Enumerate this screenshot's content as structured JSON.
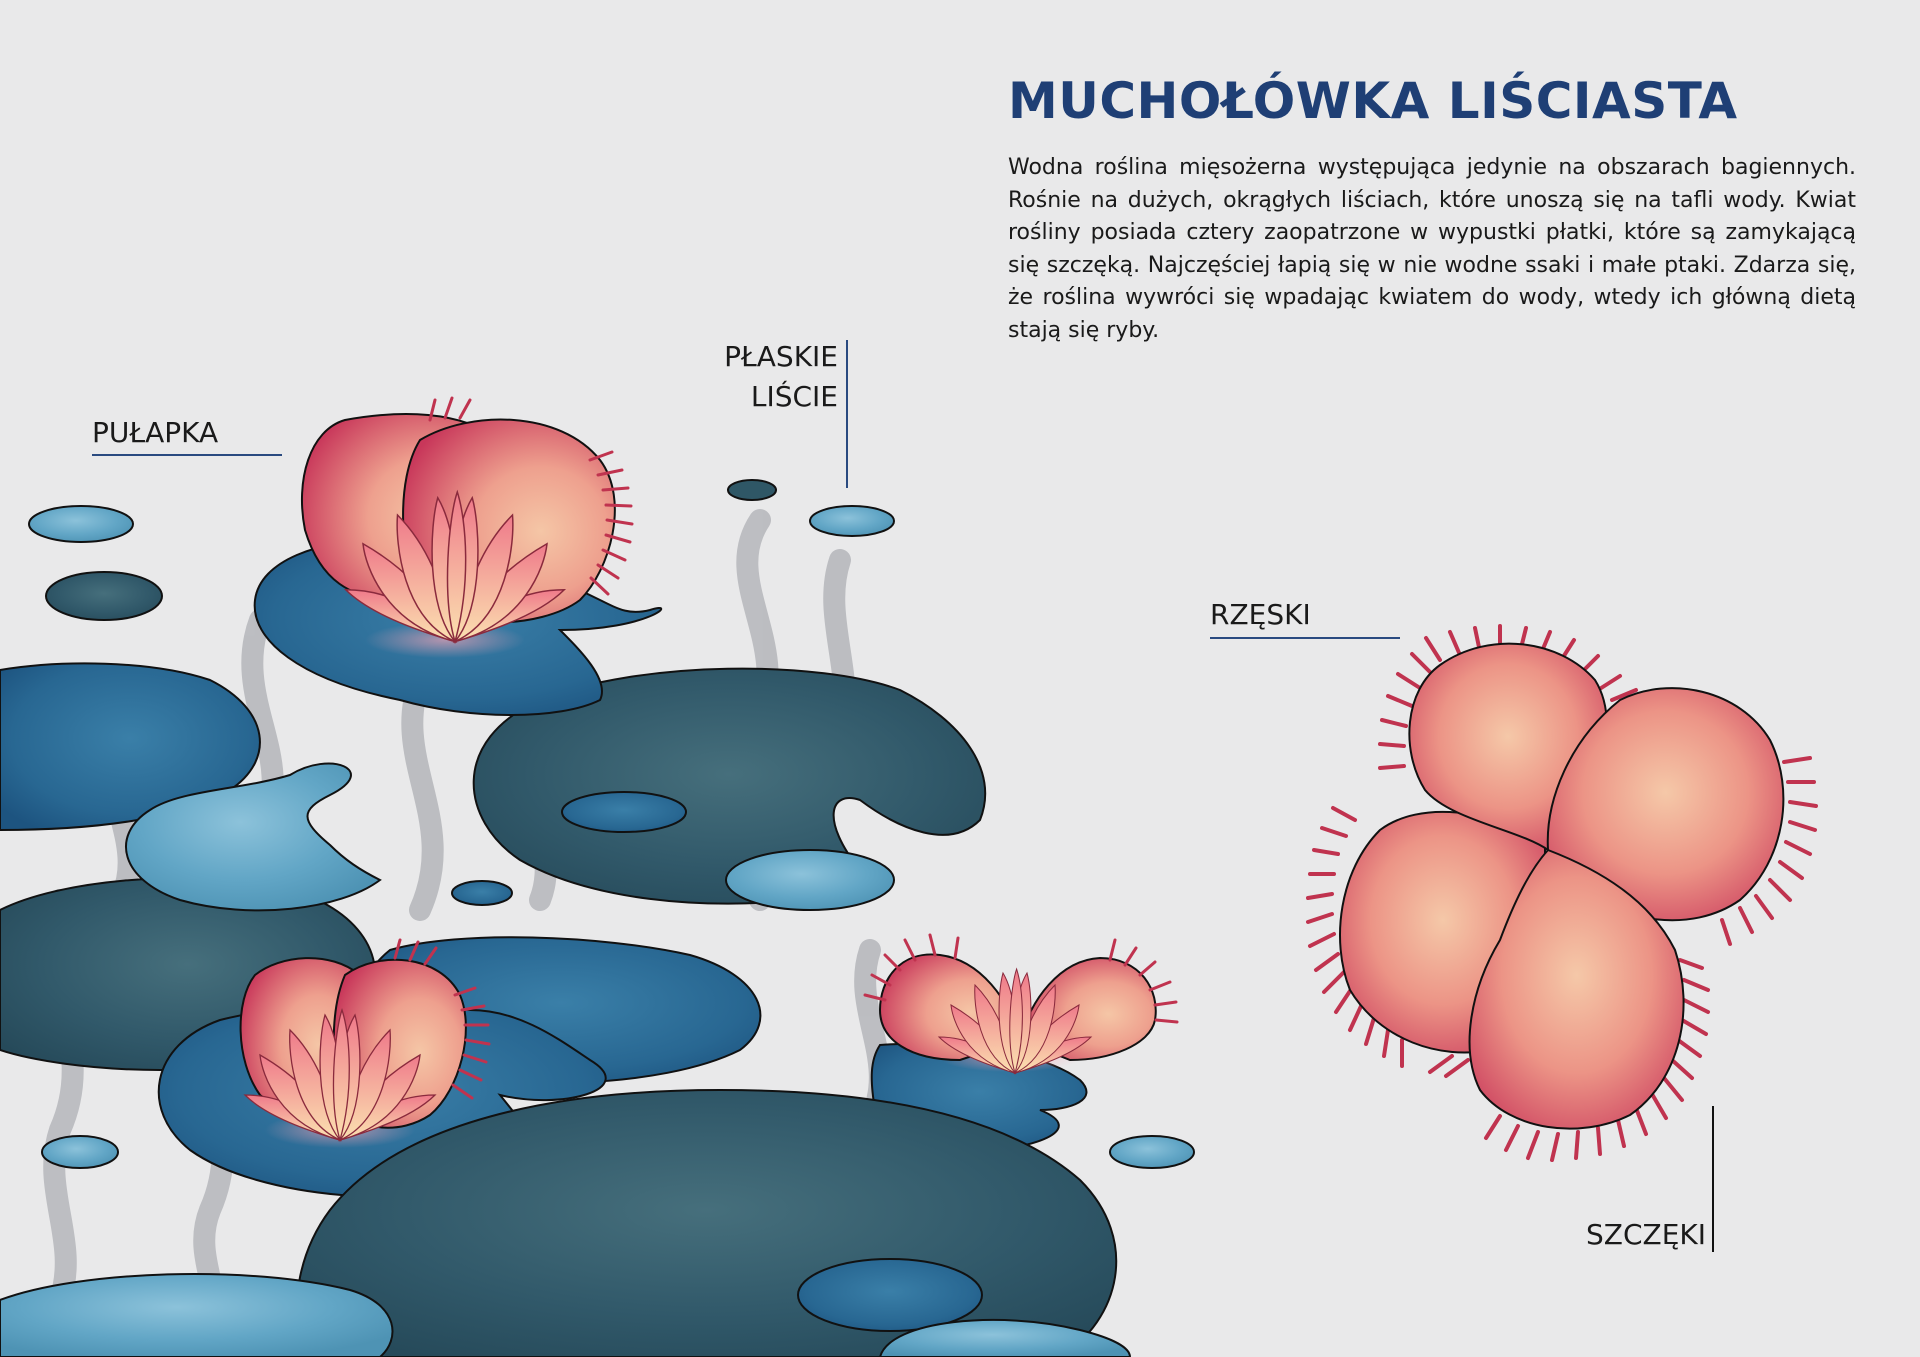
{
  "title": "MUCHOŁÓWKA LIŚCIASTA",
  "description": "Wodna roślina mięsożerna występująca jedynie na obszarach bagiennych. Rośnie na dużych, okrągłych liściach, które unoszą się na tafli wody. Kwiat rośliny posiada cztery zaopatrzone w wypustki płatki, które są zamykającą się szczęką. Najczęściej łapią się w nie wodne ssaki i małe ptaki. Zdarza się, że roślina wywróci się wpadając kwiatem do wody, wtedy ich główną dietą stają się ryby.",
  "labels": {
    "pulapka": "PUŁAPKA",
    "plaskie_1": "PŁASKIE",
    "plaskie_2": "LIŚCIE",
    "rzeski": "RZĘSKI",
    "szczeki": "SZCZĘKI"
  },
  "colors": {
    "title": "#1f3f75",
    "background": "#e9e9ea",
    "leaf_dark": "#2f5766",
    "leaf_blue": "#2a6a95",
    "leaf_light": "#5fa3c2",
    "petal_red": "#c8375a",
    "petal_light": "#f1b59c",
    "lotus_pink": "#f07c8a",
    "line": "#2a4a80"
  }
}
